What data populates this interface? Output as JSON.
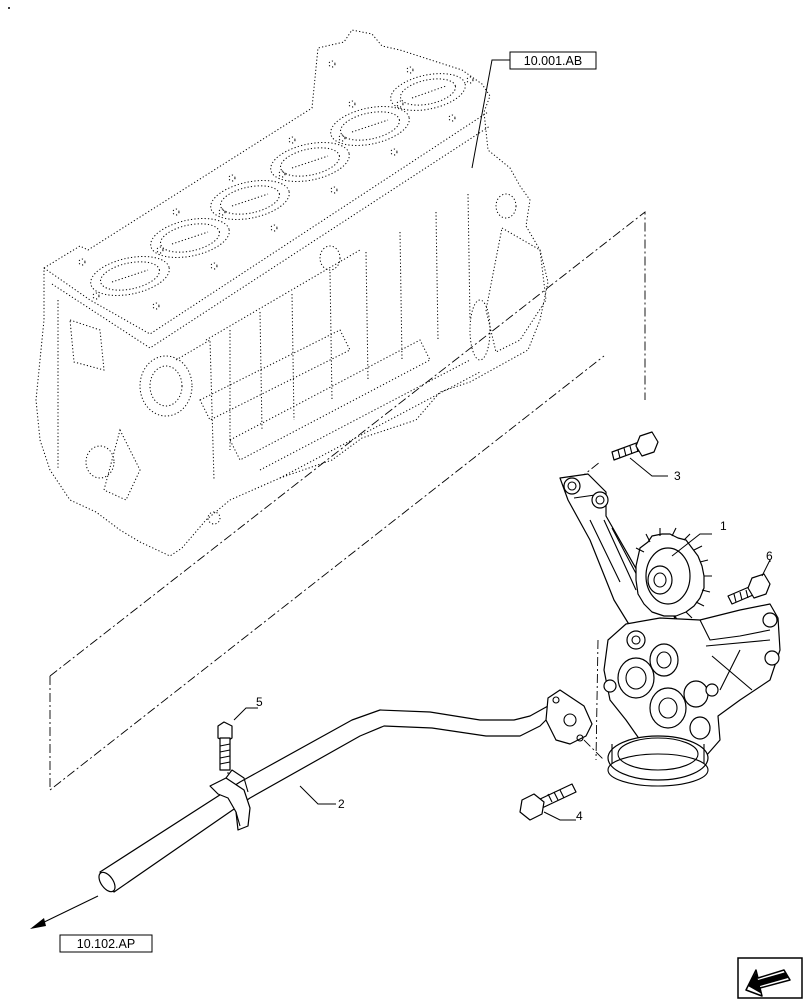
{
  "references": {
    "engine_block": "10.001.AB",
    "oil_outlet": "10.102.AP"
  },
  "callouts": {
    "c1": "1",
    "c2": "2",
    "c3": "3",
    "c4": "4",
    "c5": "5",
    "c6": "6"
  },
  "icons": {
    "corner": "hand-pointer-arrow-icon",
    "outlet_arrow": "arrow-down-left-icon"
  }
}
